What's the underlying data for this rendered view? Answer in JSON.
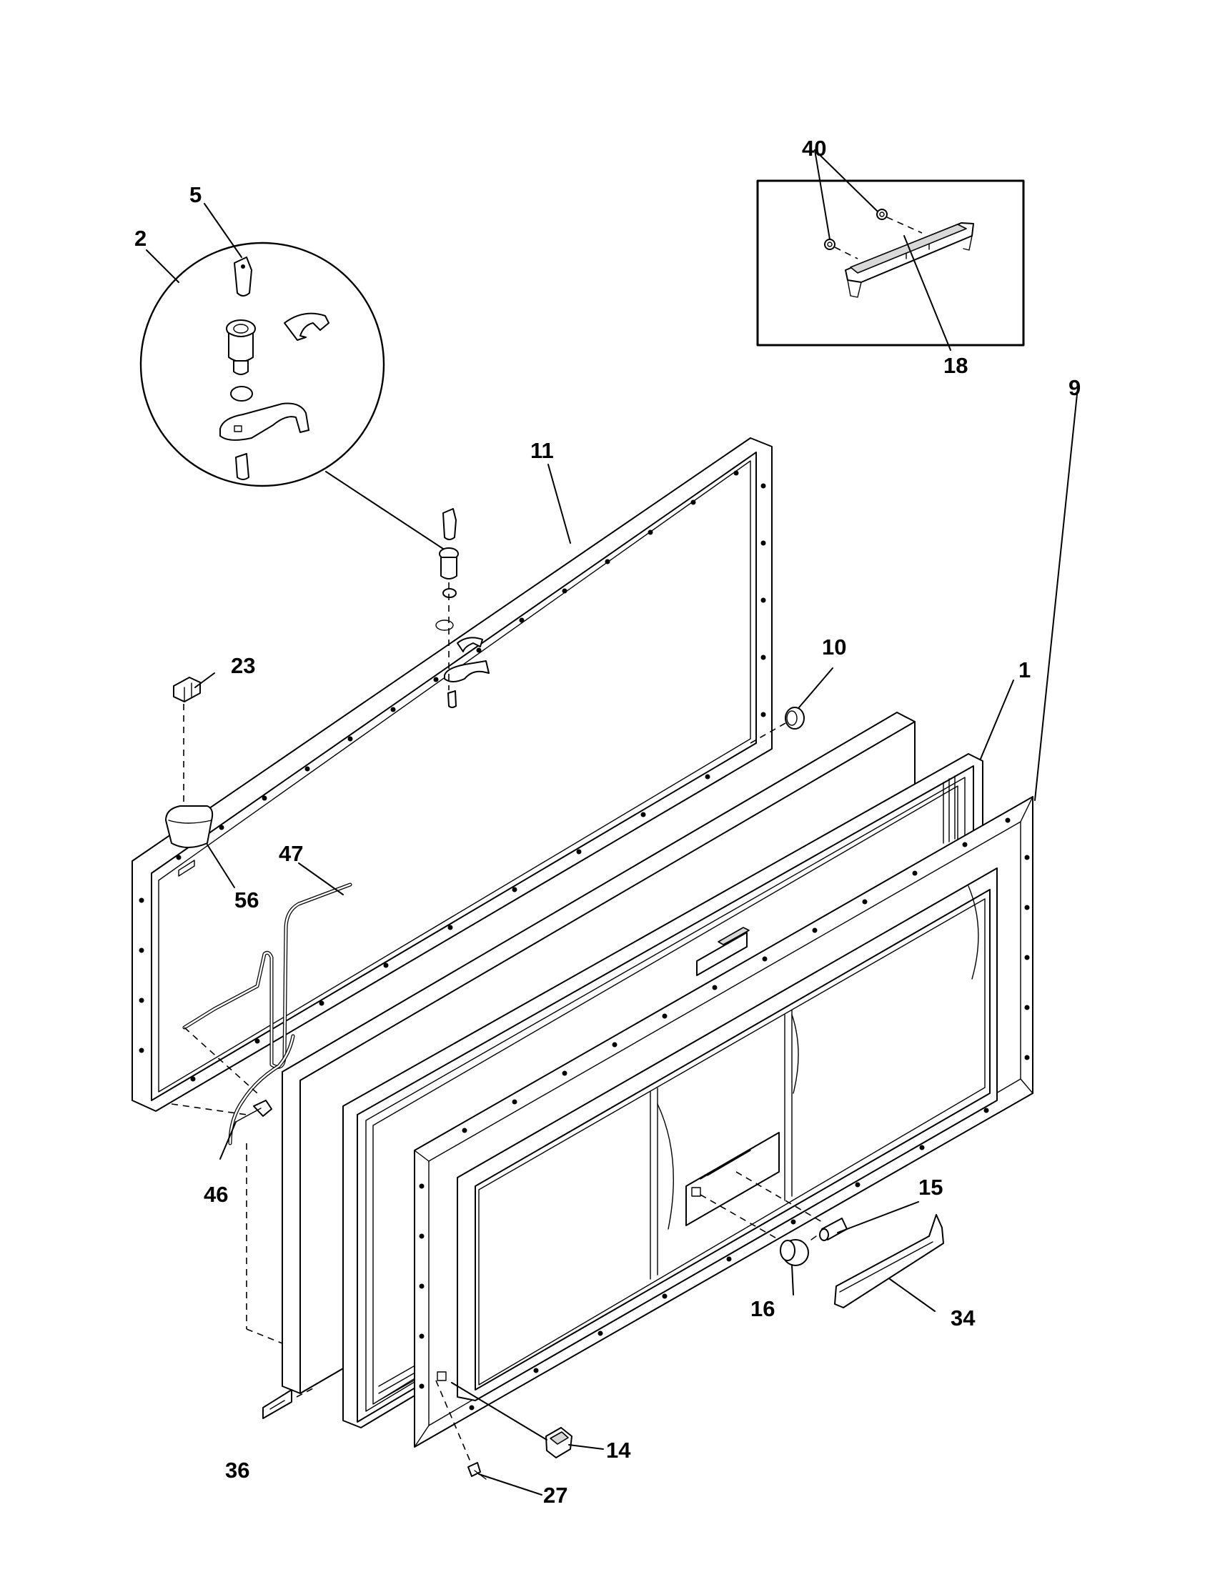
{
  "callouts": [
    {
      "id": "1",
      "text": "1"
    },
    {
      "id": "2",
      "text": "2"
    },
    {
      "id": "5",
      "text": "5"
    },
    {
      "id": "9",
      "text": "9"
    },
    {
      "id": "10",
      "text": "10"
    },
    {
      "id": "11",
      "text": "11"
    },
    {
      "id": "14",
      "text": "14"
    },
    {
      "id": "15",
      "text": "15"
    },
    {
      "id": "16",
      "text": "16"
    },
    {
      "id": "18",
      "text": "18"
    },
    {
      "id": "23",
      "text": "23"
    },
    {
      "id": "27",
      "text": "27"
    },
    {
      "id": "34",
      "text": "34"
    },
    {
      "id": "36",
      "text": "36"
    },
    {
      "id": "40",
      "text": "40"
    },
    {
      "id": "46",
      "text": "46"
    },
    {
      "id": "47",
      "text": "47"
    },
    {
      "id": "56",
      "text": "56"
    }
  ]
}
